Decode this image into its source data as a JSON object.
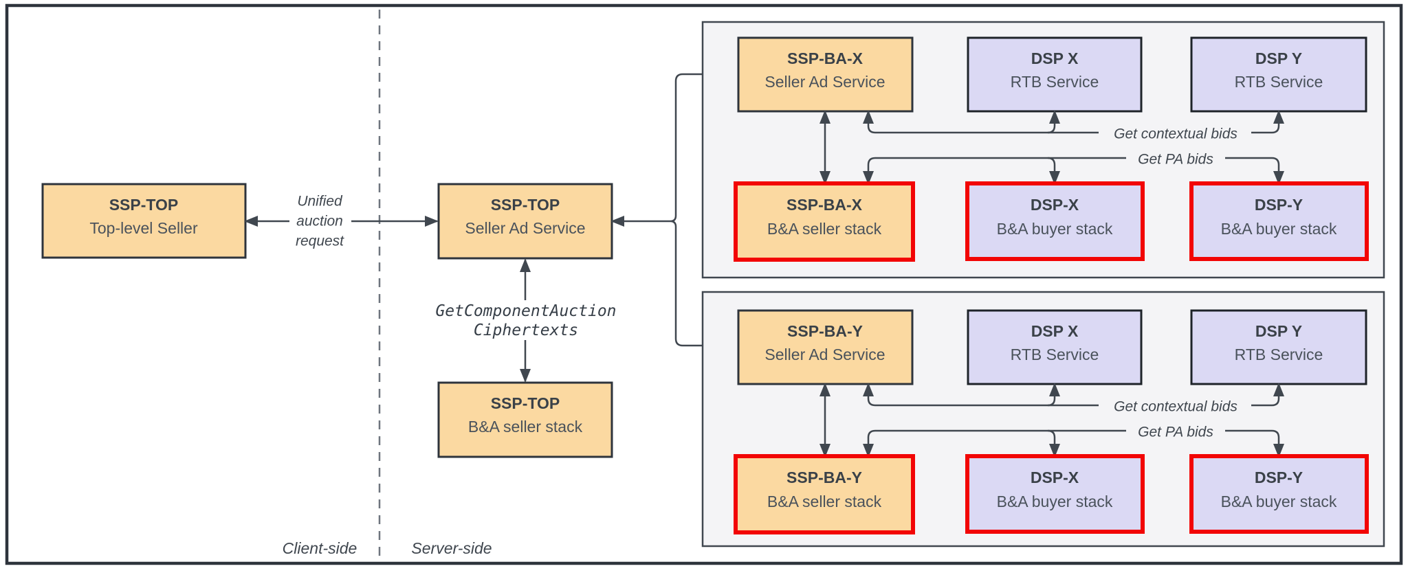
{
  "diagram": {
    "regions": {
      "client_side_label": "Client-side",
      "server_side_label": "Server-side"
    },
    "client": {
      "top_seller": {
        "title": "SSP-TOP",
        "subtitle": "Top-level Seller"
      }
    },
    "server": {
      "seller_ad_service": {
        "title": "SSP-TOP",
        "subtitle": "Seller Ad Service"
      },
      "seller_stack": {
        "title": "SSP-TOP",
        "subtitle": "B&A seller stack"
      }
    },
    "edges": {
      "unified": [
        "Unified",
        "auction",
        "request"
      ],
      "get_component": [
        "GetComponentAuction",
        "Ciphertexts"
      ]
    },
    "panels": [
      {
        "seller": {
          "title": "SSP-BA-X",
          "subtitle": "Seller Ad Service"
        },
        "dsp_x": {
          "title": "DSP X",
          "subtitle": "RTB Service"
        },
        "dsp_y": {
          "title": "DSP Y",
          "subtitle": "RTB Service"
        },
        "seller_stack": {
          "title": "SSP-BA-X",
          "subtitle": "B&A seller stack"
        },
        "dsp_x_stack": {
          "title": "DSP-X",
          "subtitle": "B&A buyer stack"
        },
        "dsp_y_stack": {
          "title": "DSP-Y",
          "subtitle": "B&A buyer stack"
        },
        "contextual_label": "Get contextual bids",
        "pa_label": "Get PA bids"
      },
      {
        "seller": {
          "title": "SSP-BA-Y",
          "subtitle": "Seller Ad Service"
        },
        "dsp_x": {
          "title": "DSP X",
          "subtitle": "RTB Service"
        },
        "dsp_y": {
          "title": "DSP Y",
          "subtitle": "RTB Service"
        },
        "seller_stack": {
          "title": "SSP-BA-Y",
          "subtitle": "B&A seller stack"
        },
        "dsp_x_stack": {
          "title": "DSP-X",
          "subtitle": "B&A buyer stack"
        },
        "dsp_y_stack": {
          "title": "DSP-Y",
          "subtitle": "B&A buyer stack"
        },
        "contextual_label": "Get contextual bids",
        "pa_label": "Get PA bids"
      }
    ],
    "colors": {
      "box_orange": "#FBD9A1",
      "box_lavender": "#DBD9F4",
      "panel_background": "#F4F4F6",
      "red_border": "#F20505",
      "connector": "#40474F",
      "dark_border": "#2E343C"
    }
  }
}
